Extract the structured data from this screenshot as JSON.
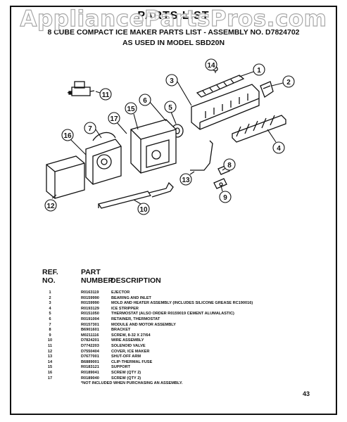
{
  "watermark": "AppliancePartsPros.com",
  "title": "PARTS LIST",
  "subtitle": "8 CUBE COMPACT ICE MAKER PARTS LIST - ASSEMBLY NO. D7824702",
  "model_line": "AS USED IN MODEL SBD20N",
  "callouts": [
    "1",
    "2",
    "3",
    "4",
    "5",
    "6",
    "7",
    "8",
    "9",
    "10",
    "11",
    "12",
    "13",
    "14",
    "15",
    "16",
    "17"
  ],
  "table": {
    "headers": {
      "ref": "REF.\nNO.",
      "part": "PART\nNUMBER",
      "description": "DESCRIPTION"
    },
    "rows": [
      {
        "ref": "1",
        "part": "R0163119",
        "description": "EJECTOR"
      },
      {
        "ref": "2",
        "part": "R0159990",
        "description": "BEARING AND INLET"
      },
      {
        "ref": "3",
        "part": "R0159990",
        "description": "MOLD AND HEATER ASSEMBLY (INCLUDES SILICONE GREASE RC190016)"
      },
      {
        "ref": "4",
        "part": "R0193129",
        "description": "ICE STRIPPER"
      },
      {
        "ref": "5",
        "part": "R0151050",
        "description": "THERMOSTAT (ALSO ORDER R0159019 CEMENT ALUMALASTIC)"
      },
      {
        "ref": "6",
        "part": "R0191004",
        "description": "RETAINER, THERMOSTAT"
      },
      {
        "ref": "7",
        "part": "R0157301",
        "description": "MODULE AND MOTOR ASSEMBLY"
      },
      {
        "ref": "8",
        "part": "B6901601",
        "description": "BRACKET"
      },
      {
        "ref": "9",
        "part": "M0211116",
        "description": "SCREW, 8-32 X 27/64"
      },
      {
        "ref": "10",
        "part": "D7824201",
        "description": "WIRE ASSEMBLY"
      },
      {
        "ref": "11",
        "part": "D7742203",
        "description": "SOLENOID VALVE"
      },
      {
        "ref": "12",
        "part": "D7550404",
        "description": "COVER, ICE MAKER"
      },
      {
        "ref": "13",
        "part": "D7677001",
        "description": "SHUT-OFF ARM"
      },
      {
        "ref": "14",
        "part": "B6889001",
        "description": "CLIP-THERMAL FUSE"
      },
      {
        "ref": "15",
        "part": "R0183121",
        "description": "SUPPORT"
      },
      {
        "ref": "16",
        "part": "R0189041",
        "description": "SCREW (QTY 2)"
      },
      {
        "ref": "17",
        "part": "R0189040",
        "description": "SCREW (QTY 2)"
      }
    ]
  },
  "footnote": "*NOT INCLUDED WHEN PURCHASING AN ASSEMBLY.",
  "page_number": "43"
}
